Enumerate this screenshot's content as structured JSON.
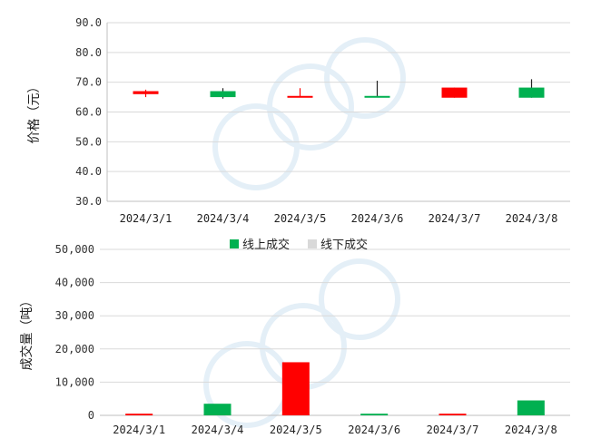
{
  "colors": {
    "up": "#ff0000",
    "down": "#00b050",
    "offline": "#d9d9d9",
    "grid": "#d9d9d9",
    "axis": "#bfbfbf"
  },
  "chart_data": [
    {
      "type": "candlestick",
      "ylabel": "价格（元）",
      "ylim": [
        30,
        90
      ],
      "yticks": [
        "30.0",
        "40.0",
        "50.0",
        "60.0",
        "70.0",
        "80.0",
        "90.0"
      ],
      "grid": true,
      "categories": [
        "2024/3/1",
        "2024/3/4",
        "2024/3/5",
        "2024/3/6",
        "2024/3/7",
        "2024/3/8"
      ],
      "candles": [
        {
          "open": 66.0,
          "close": 67.0,
          "high": 67.5,
          "low": 65.0,
          "color": "up"
        },
        {
          "open": 67.0,
          "close": 65.0,
          "high": 68.0,
          "low": 64.5,
          "color": "down"
        },
        {
          "open": 65.0,
          "close": 65.4,
          "high": 68.0,
          "low": 65.0,
          "color": "up"
        },
        {
          "open": 65.4,
          "close": 65.0,
          "high": 70.5,
          "low": 65.0,
          "color": "down"
        },
        {
          "open": 64.8,
          "close": 68.2,
          "high": 68.2,
          "low": 64.8,
          "color": "up"
        },
        {
          "open": 68.2,
          "close": 64.8,
          "high": 71.0,
          "low": 64.8,
          "color": "down"
        }
      ]
    },
    {
      "type": "bar",
      "ylabel": "成交量（吨）",
      "ylim": [
        0,
        50000
      ],
      "yticks": [
        "0",
        "10,000",
        "20,000",
        "30,000",
        "40,000",
        "50,000"
      ],
      "grid": true,
      "legend_position": "top",
      "legend": [
        {
          "name": "线上成交",
          "color": "down"
        },
        {
          "name": "线下成交",
          "color": "offline"
        }
      ],
      "categories": [
        "2024/3/1",
        "2024/3/4",
        "2024/3/5",
        "2024/3/6",
        "2024/3/7",
        "2024/3/8"
      ],
      "values": [
        500,
        3500,
        16000,
        500,
        500,
        4500
      ],
      "bar_colors": [
        "up",
        "down",
        "up",
        "down",
        "up",
        "down"
      ]
    }
  ]
}
